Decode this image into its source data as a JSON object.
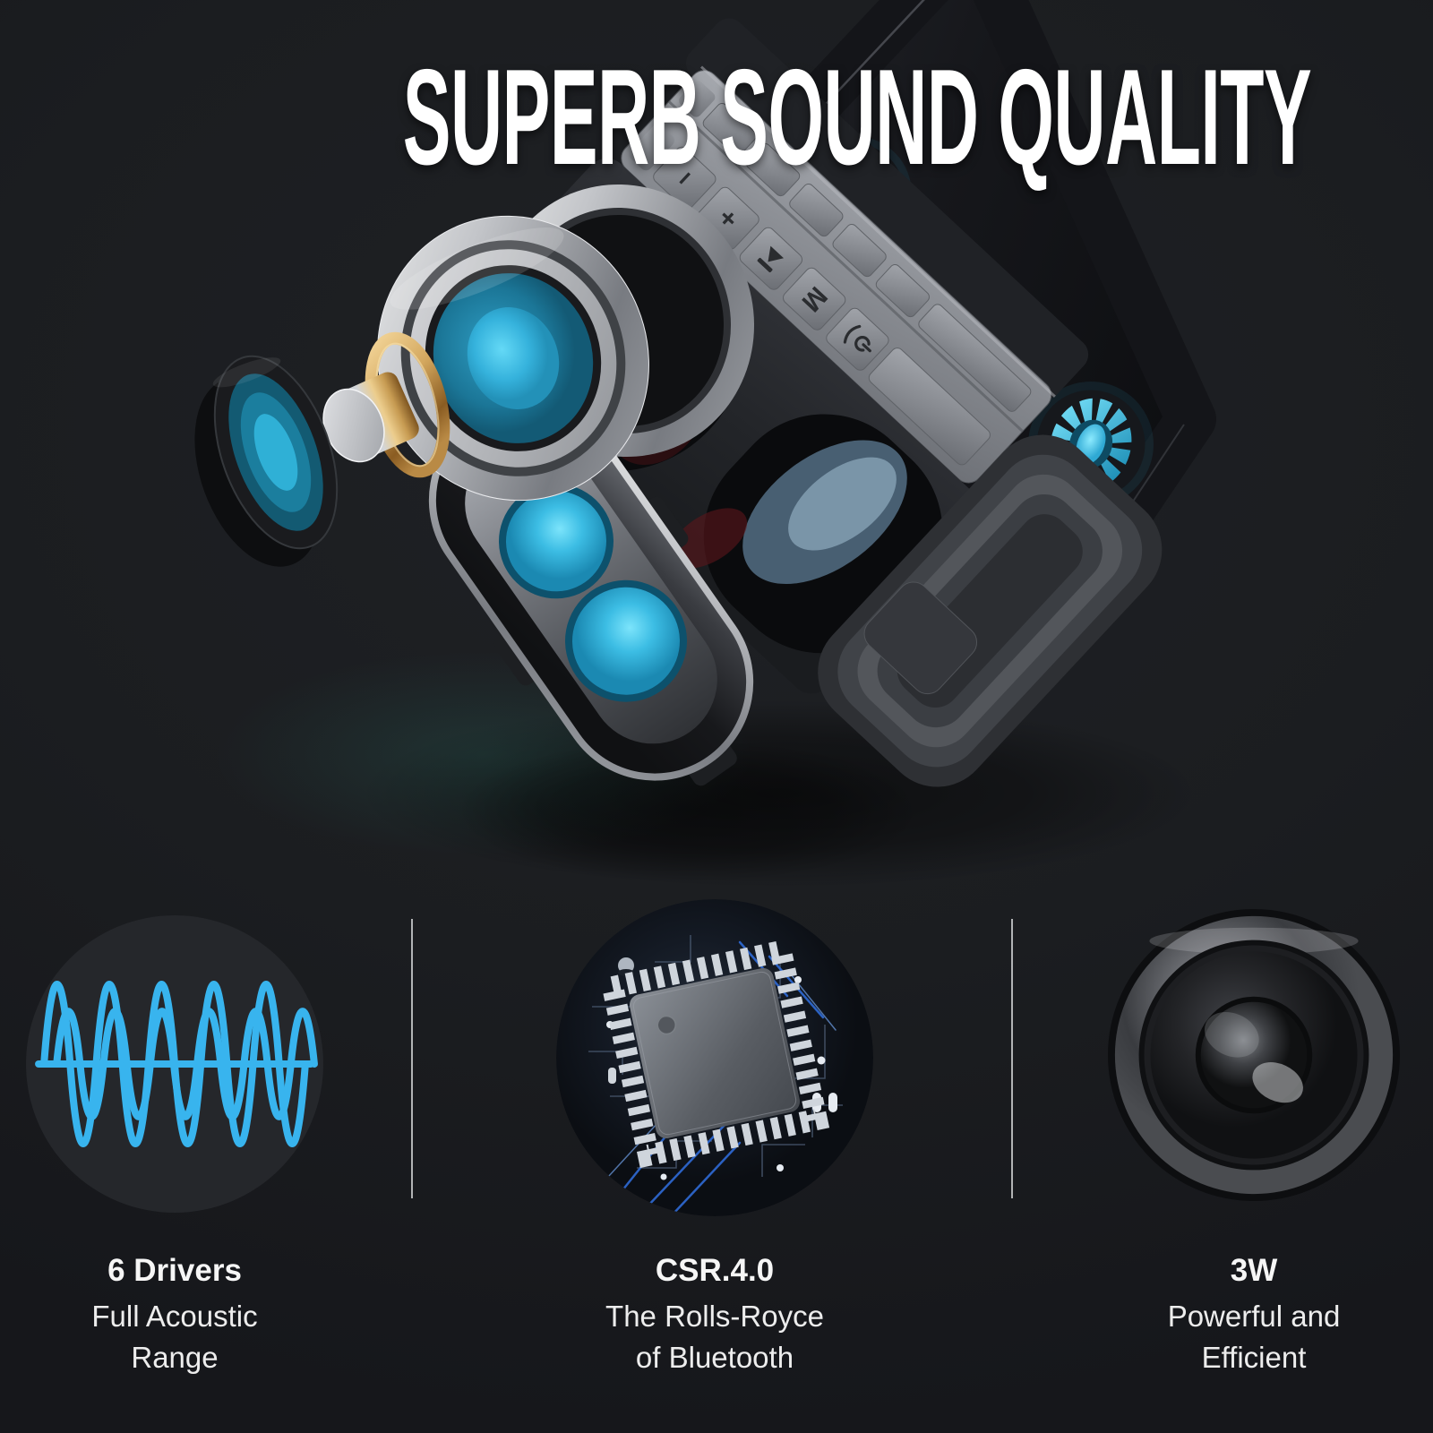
{
  "page": {
    "title": "SUPERB SOUND QUALITY",
    "background": "#1b1d20",
    "accent_cyan": "#38b4ee",
    "accent_gold": "#d8a95f"
  },
  "hero": {
    "control_buttons": {
      "volume_down": "−",
      "volume_up": "+",
      "mode": "M"
    }
  },
  "features": [
    {
      "id": "drivers",
      "heading": "6 Drivers",
      "description": "Full Acoustic\nRange",
      "icon": "sound-wave-icon"
    },
    {
      "id": "chipset",
      "heading": "CSR.4.0",
      "description": "The Rolls-Royce\nof Bluetooth",
      "icon": "bluetooth-chip-icon"
    },
    {
      "id": "power",
      "heading": "3W",
      "description": "Powerful and\nEfficient",
      "icon": "speaker-driver-icon"
    }
  ]
}
